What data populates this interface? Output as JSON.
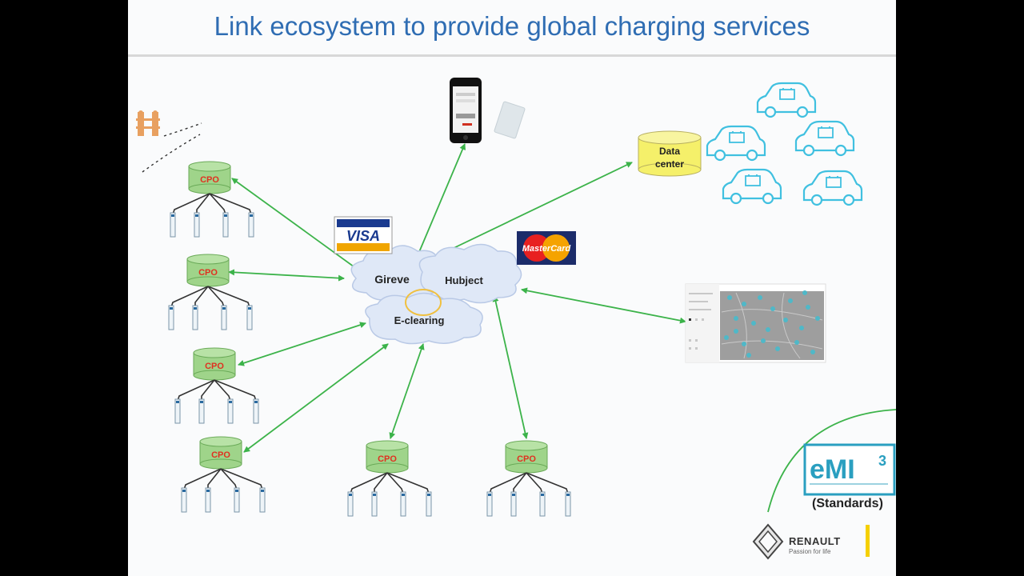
{
  "slide": {
    "title": "Link ecosystem to provide global charging services"
  },
  "nodes": {
    "cpo_label": "CPO",
    "gireve": "Gireve",
    "hubject": "Hubject",
    "eclearing": "E-clearing",
    "data_center_line1": "Data",
    "data_center_line2": "center"
  },
  "payment": {
    "visa": "VISA",
    "mastercard": "MasterCard"
  },
  "standards": {
    "logo_text": "eMI",
    "logo_superscript": "3",
    "caption": "(Standards)"
  },
  "brand": {
    "name": "RENAULT",
    "tagline": "Passion for life"
  },
  "colors": {
    "title": "#2f6db3",
    "arrow": "#3cb34a",
    "cpo_fill": "#9fd48a",
    "cpo_text": "#e03020",
    "cloud_fill": "#dfe8f7",
    "data_center_fill": "#f5f06a",
    "car_stroke": "#40c0e0",
    "accent_yellow": "#f5d000"
  }
}
